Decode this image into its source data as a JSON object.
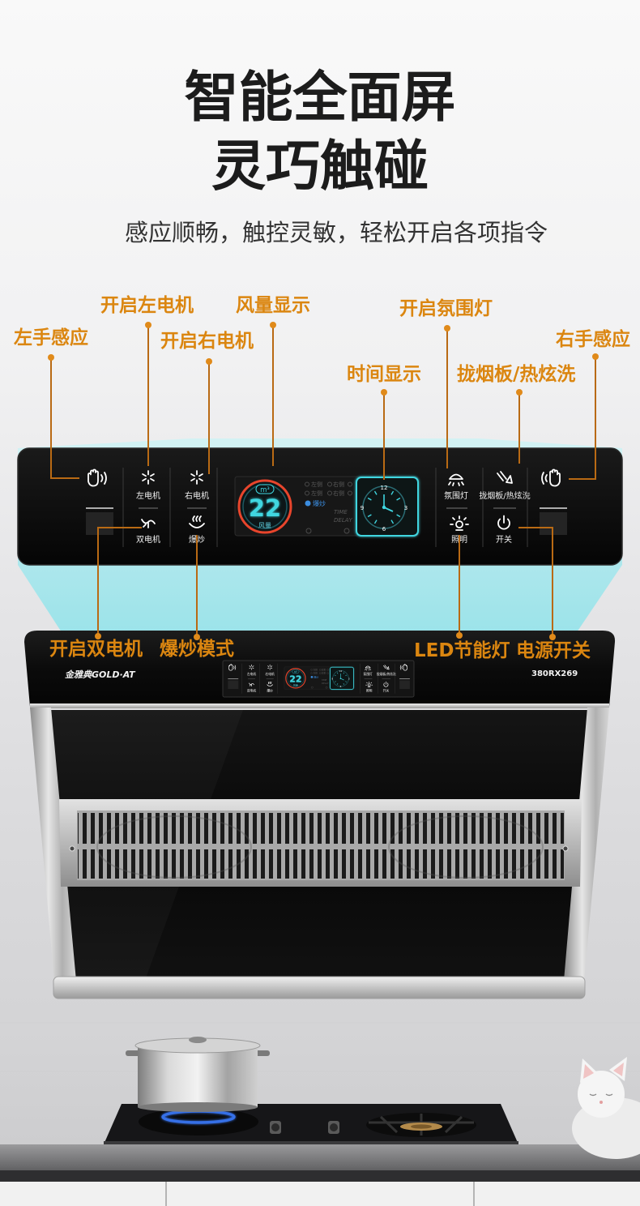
{
  "headline": {
    "line1": "智能全面屏",
    "line2": "灵巧触碰",
    "subtitle": "感应顺畅，触控灵敏，轻松开启各项指令"
  },
  "callouts": {
    "left_hand": "左手感应",
    "left_motor": "开启左电机",
    "right_motor": "开启右电机",
    "airflow_display": "风量显示",
    "time_display": "时间显示",
    "ambient_light": "开启氛围灯",
    "smoke_board": "拢烟板/热炫洗",
    "right_hand": "右手感应",
    "dual_motor": "开启双电机",
    "stir_fry_mode": "爆炒模式",
    "led_light": "LED节能灯",
    "power": "电源开关"
  },
  "panel": {
    "buttons": {
      "left_motor": "左电机",
      "dual_motor": "双电机",
      "right_motor": "右电机",
      "stir_fry": "爆炒",
      "ambient": "氛围灯",
      "lighting": "照明",
      "smoke_board": "拢烟板/热炫洗",
      "power": "开关"
    },
    "display": {
      "airflow_value": "22",
      "airflow_unit": "m³",
      "airflow_label": "风量",
      "mode_label": "爆炒",
      "indicators": [
        "左侧",
        "右侧",
        "左侧",
        "右侧"
      ],
      "timer_labels": [
        "TIME",
        "DELAY"
      ],
      "clock_numbers": [
        "12",
        "3",
        "6",
        "9"
      ]
    }
  },
  "product": {
    "brand_logo": "金雅典GOLD·AT",
    "model": "380RX269"
  },
  "colors": {
    "callout": "#db8610",
    "leader": "#b96a14",
    "display_cyan": "#3fd6e0",
    "airflow_ring": "#e8452c",
    "mode_blue": "#3b8de0",
    "panel_black": "#0d0d0d"
  }
}
